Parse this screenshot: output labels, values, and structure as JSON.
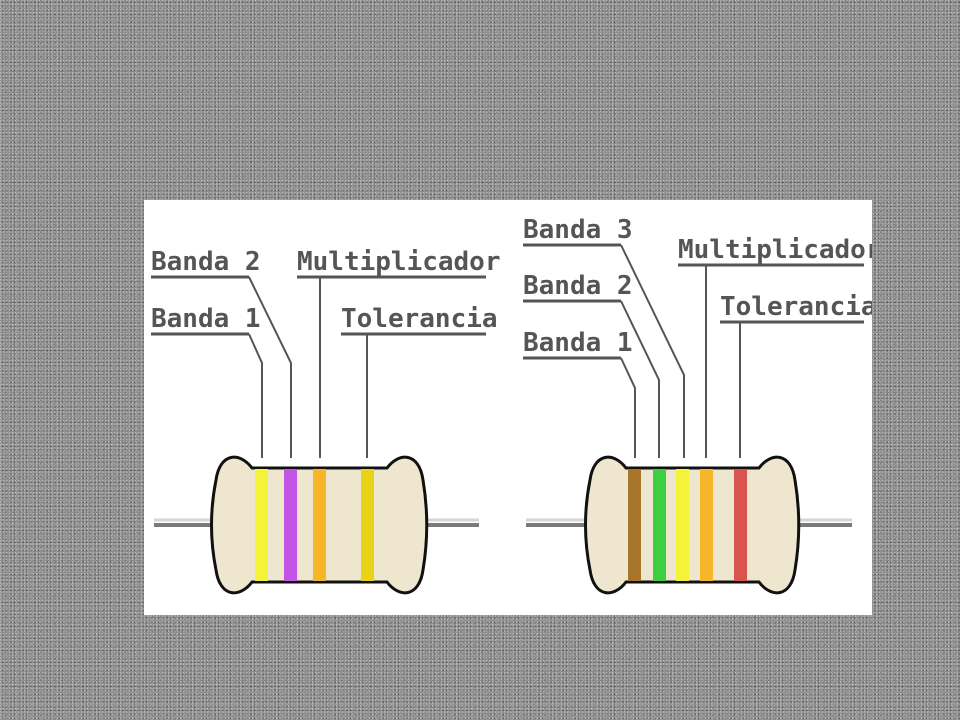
{
  "left_resistor": {
    "labels": {
      "band2": "Banda 2",
      "band1": "Banda 1",
      "multiplier": "Multiplicador",
      "tolerance": "Tolerancia"
    },
    "bands": [
      {
        "role": "band1",
        "color": "#f5f23a"
      },
      {
        "role": "band2",
        "color": "#c254e6"
      },
      {
        "role": "multiplier",
        "color": "#f5b62a"
      },
      {
        "role": "tolerance",
        "color": "#e8d317"
      }
    ]
  },
  "right_resistor": {
    "labels": {
      "band3": "Banda 3",
      "band2": "Banda 2",
      "band1": "Banda 1",
      "multiplier": "Multiplicador",
      "tolerance": "Tolerancia"
    },
    "bands": [
      {
        "role": "band1",
        "color": "#a8762a"
      },
      {
        "role": "band2",
        "color": "#3ecf3e"
      },
      {
        "role": "band3",
        "color": "#f5f23a"
      },
      {
        "role": "multiplier",
        "color": "#f5b62a"
      },
      {
        "role": "tolerance",
        "color": "#d9534f"
      }
    ]
  }
}
